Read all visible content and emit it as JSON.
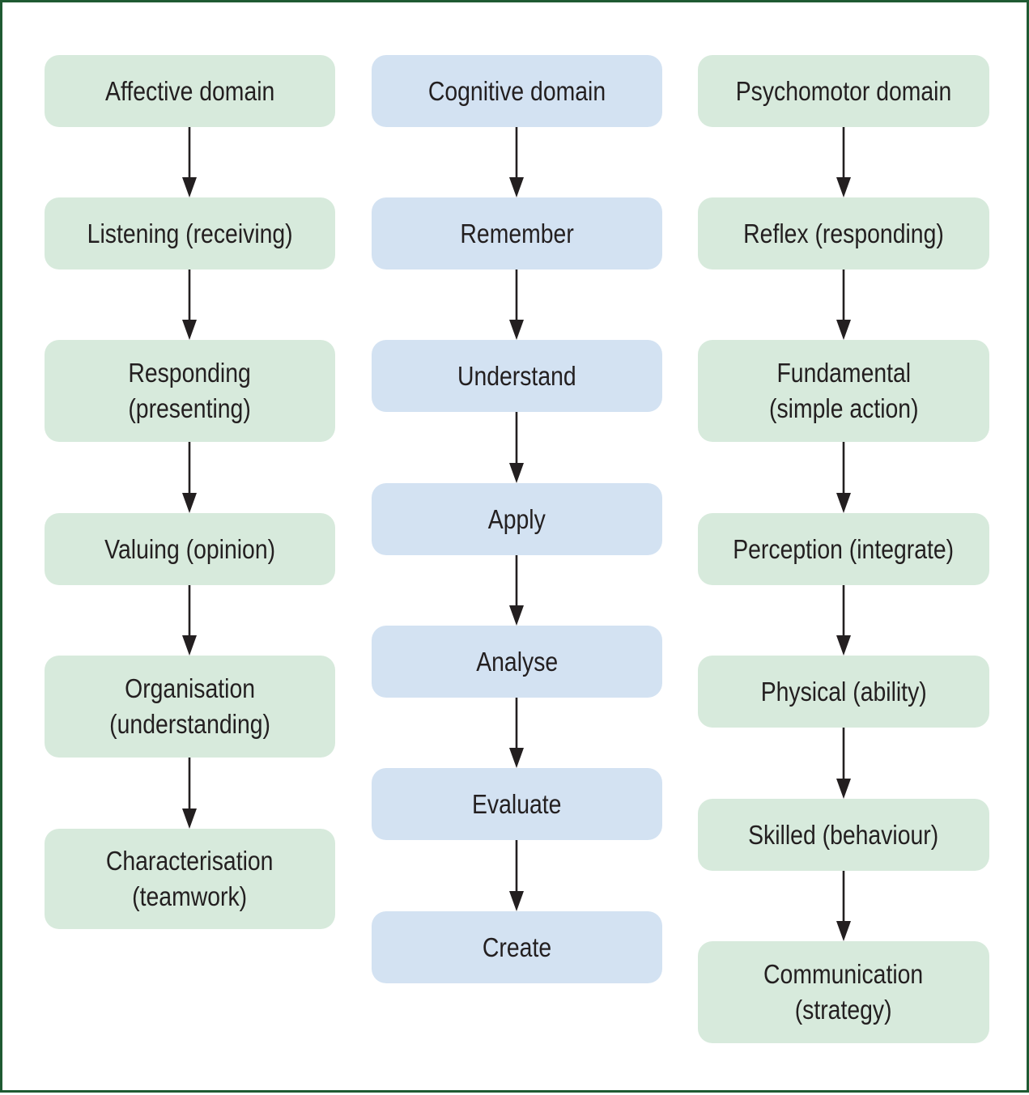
{
  "columns": {
    "affective": {
      "color": "#d7eadc",
      "nodes": [
        "Affective domain",
        "Listening (receiving)",
        "Responding\n(presenting)",
        "Valuing (opinion)",
        "Organisation\n(understanding)",
        "Characterisation\n(teamwork)"
      ]
    },
    "cognitive": {
      "color": "#d3e2f2",
      "nodes": [
        "Cognitive domain",
        "Remember",
        "Understand",
        "Apply",
        "Analyse",
        "Evaluate",
        "Create"
      ]
    },
    "psychomotor": {
      "color": "#d7eadc",
      "nodes": [
        "Psychomotor domain",
        "Reflex (responding)",
        "Fundamental\n(simple action)",
        "Perception (integrate)",
        "Physical (ability)",
        "Skilled (behaviour)",
        "Communication\n(strategy)"
      ]
    }
  },
  "border_color": "#1f5a32",
  "arrow_color": "#231f20"
}
